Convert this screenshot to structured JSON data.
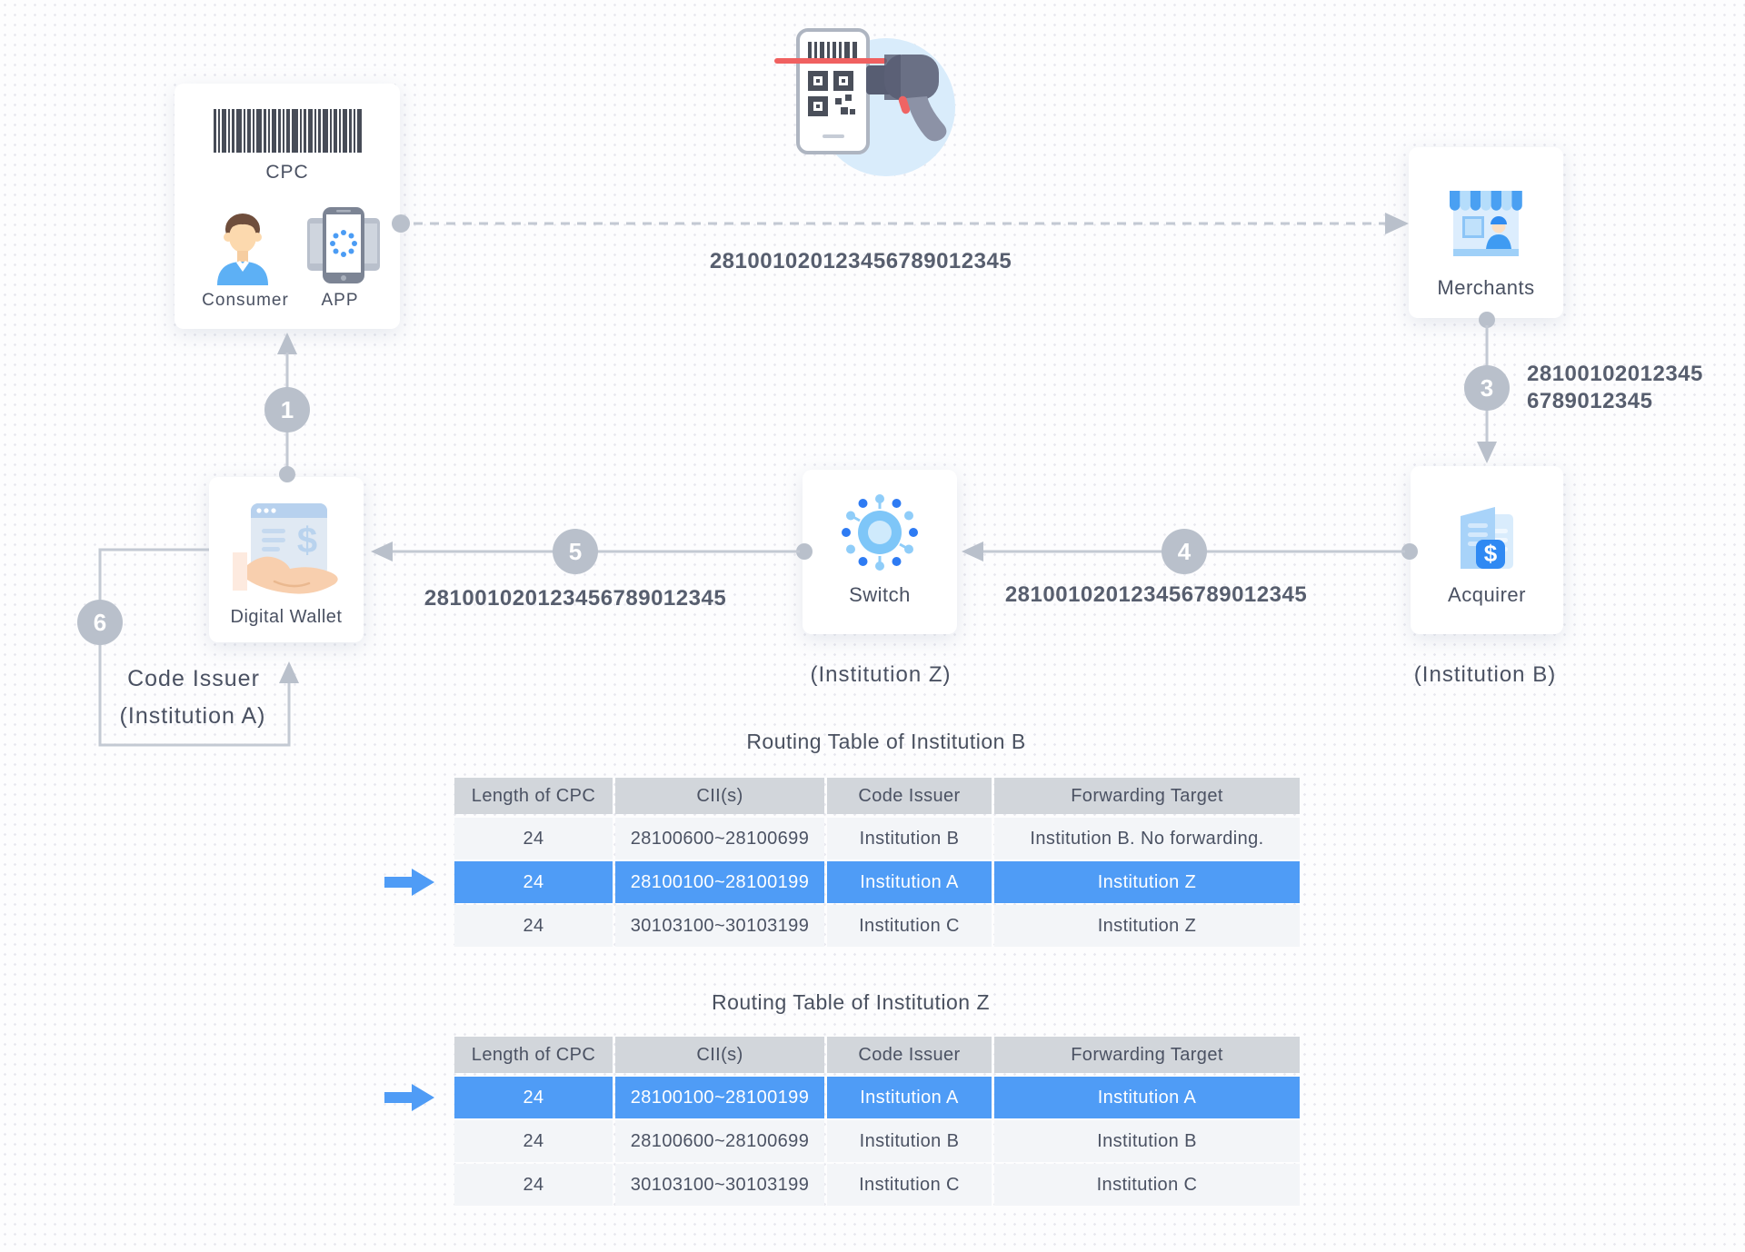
{
  "diagram": {
    "cpc_card": {
      "cpc_label": "CPC",
      "consumer_label": "Consumer",
      "app_label": "APP"
    },
    "merchants": {
      "label": "Merchants"
    },
    "acquirer": {
      "label": "Acquirer",
      "institution": "(Institution B)"
    },
    "switch_node": {
      "label": "Switch",
      "institution": "(Institution Z)"
    },
    "wallet": {
      "label": "Digital Wallet"
    },
    "code_issuer": {
      "line1": "Code Issuer",
      "line2": "(Institution A)"
    },
    "badges": {
      "b1": "1",
      "b3": "3",
      "b4": "4",
      "b5": "5",
      "b6": "6"
    },
    "codes": {
      "scan": "281001020123456789012345",
      "merchant_to_acquirer_line1": "28100102012345",
      "merchant_to_acquirer_line2": "6789012345",
      "acquirer_to_switch": "281001020123456789012345",
      "switch_to_wallet": "281001020123456789012345"
    },
    "icons": {
      "dollar": "$"
    },
    "colors": {
      "highlight_blue": "#4f9cf6",
      "connector_gray": "#b9c0cb",
      "header_gray": "#d2d6db",
      "row_gray": "#f3f5f8",
      "scan_line_red": "#f06060"
    }
  },
  "tables": [
    {
      "title": "Routing Table of Institution B",
      "headers": [
        "Length of CPC",
        "CII(s)",
        "Code Issuer",
        "Forwarding Target"
      ],
      "rows": [
        {
          "highlight": false,
          "cells": [
            "24",
            "28100600~28100699",
            "Institution B",
            "Institution B. No forwarding."
          ]
        },
        {
          "highlight": true,
          "cells": [
            "24",
            "28100100~28100199",
            "Institution A",
            "Institution Z"
          ]
        },
        {
          "highlight": false,
          "cells": [
            "24",
            "30103100~30103199",
            "Institution C",
            "Institution Z"
          ]
        }
      ]
    },
    {
      "title": "Routing Table of Institution Z",
      "headers": [
        "Length of CPC",
        "CII(s)",
        "Code Issuer",
        "Forwarding Target"
      ],
      "rows": [
        {
          "highlight": true,
          "cells": [
            "24",
            "28100100~28100199",
            "Institution A",
            "Institution A"
          ]
        },
        {
          "highlight": false,
          "cells": [
            "24",
            "28100600~28100699",
            "Institution B",
            "Institution B"
          ]
        },
        {
          "highlight": false,
          "cells": [
            "24",
            "30103100~30103199",
            "Institution C",
            "Institution C"
          ]
        }
      ]
    }
  ]
}
